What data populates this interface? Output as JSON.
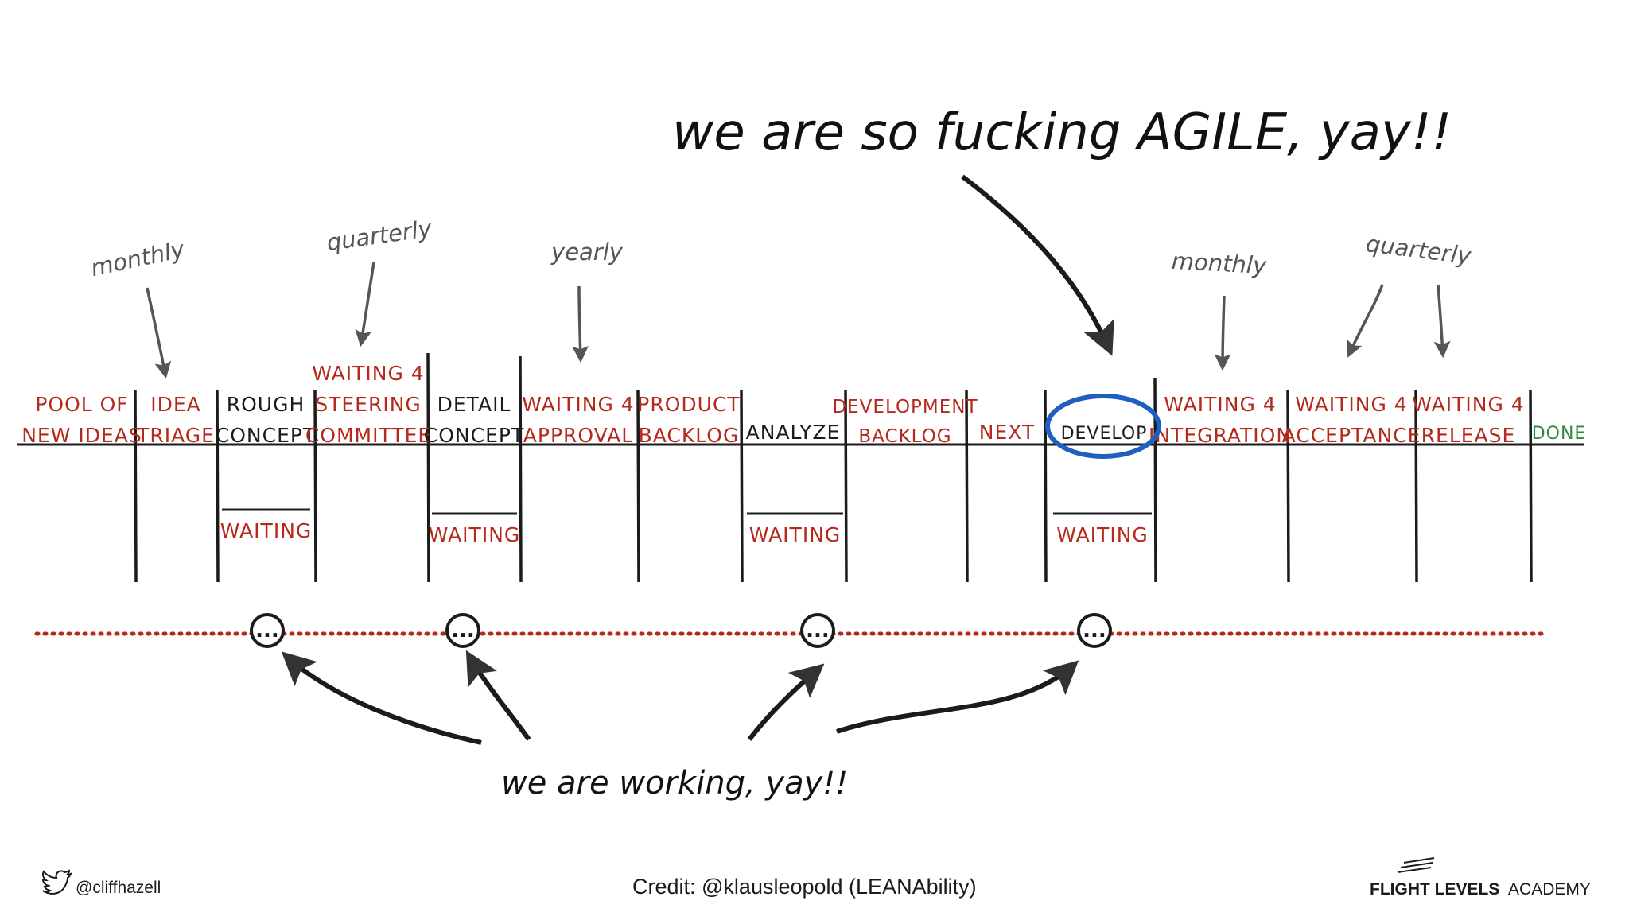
{
  "headline": "we are so fucking AGILE, yay!!",
  "subline": "we are working, yay!!",
  "columns": [
    {
      "label": [
        "POOL OF",
        "NEW IDEAS"
      ],
      "color": "#b5291c"
    },
    {
      "label": [
        "IDEA",
        "TRIAGE"
      ],
      "color": "#b5291c"
    },
    {
      "label": [
        "ROUGH",
        "CONCEPT"
      ],
      "color": "#1b1b1b",
      "waiting": "WAITING"
    },
    {
      "label": [
        "WAITING 4",
        "STEERING",
        "COMMITTEE"
      ],
      "color": "#b5291c"
    },
    {
      "label": [
        "DETAIL",
        "CONCEPT"
      ],
      "color": "#1b1b1b",
      "waiting": "WAITING"
    },
    {
      "label": [
        "WAITING 4",
        "APPROVAL"
      ],
      "color": "#b5291c"
    },
    {
      "label": [
        "PRODUCT",
        "BACKLOG"
      ],
      "color": "#b5291c"
    },
    {
      "label": [
        "ANALYZE"
      ],
      "color": "#1b1b1b",
      "waiting": "WAITING"
    },
    {
      "label": [
        "DEVELOPMENT",
        "BACKLOG"
      ],
      "color": "#b5291c"
    },
    {
      "label": [
        "NEXT"
      ],
      "color": "#b5291c"
    },
    {
      "label": [
        "DEVELOP"
      ],
      "color": "#1b1b1b",
      "waiting": "WAITING",
      "circled": true
    },
    {
      "label": [
        "WAITING 4",
        "INTEGRATION"
      ],
      "color": "#b5291c"
    },
    {
      "label": [
        "WAITING 4",
        "ACCEPTANCE"
      ],
      "color": "#b5291c"
    },
    {
      "label": [
        "WAITING 4",
        "RELEASE"
      ],
      "color": "#b5291c"
    },
    {
      "label": [
        "DONE"
      ],
      "color": "#2e8b3a"
    }
  ],
  "cadences": [
    "monthly",
    "quarterly",
    "yearly",
    "monthly",
    "quarterly"
  ],
  "work_marker": "...",
  "colors": {
    "red": "#b5291c",
    "ink": "#1b1b1b",
    "green": "#2e8b3a",
    "blue": "#1f5fbf",
    "annotation": "#555555"
  },
  "footer": {
    "twitter": "@cliffhazell",
    "credit": "Credit: @klausleopold (LEANAbility)",
    "brand_bold": "FLIGHT LEVELS",
    "brand_light": "ACADEMY"
  },
  "icons": [
    "twitter-bird-icon",
    "flight-levels-logo-icon",
    "arrow-icon",
    "smiley-icon",
    "circle-highlight-icon"
  ]
}
